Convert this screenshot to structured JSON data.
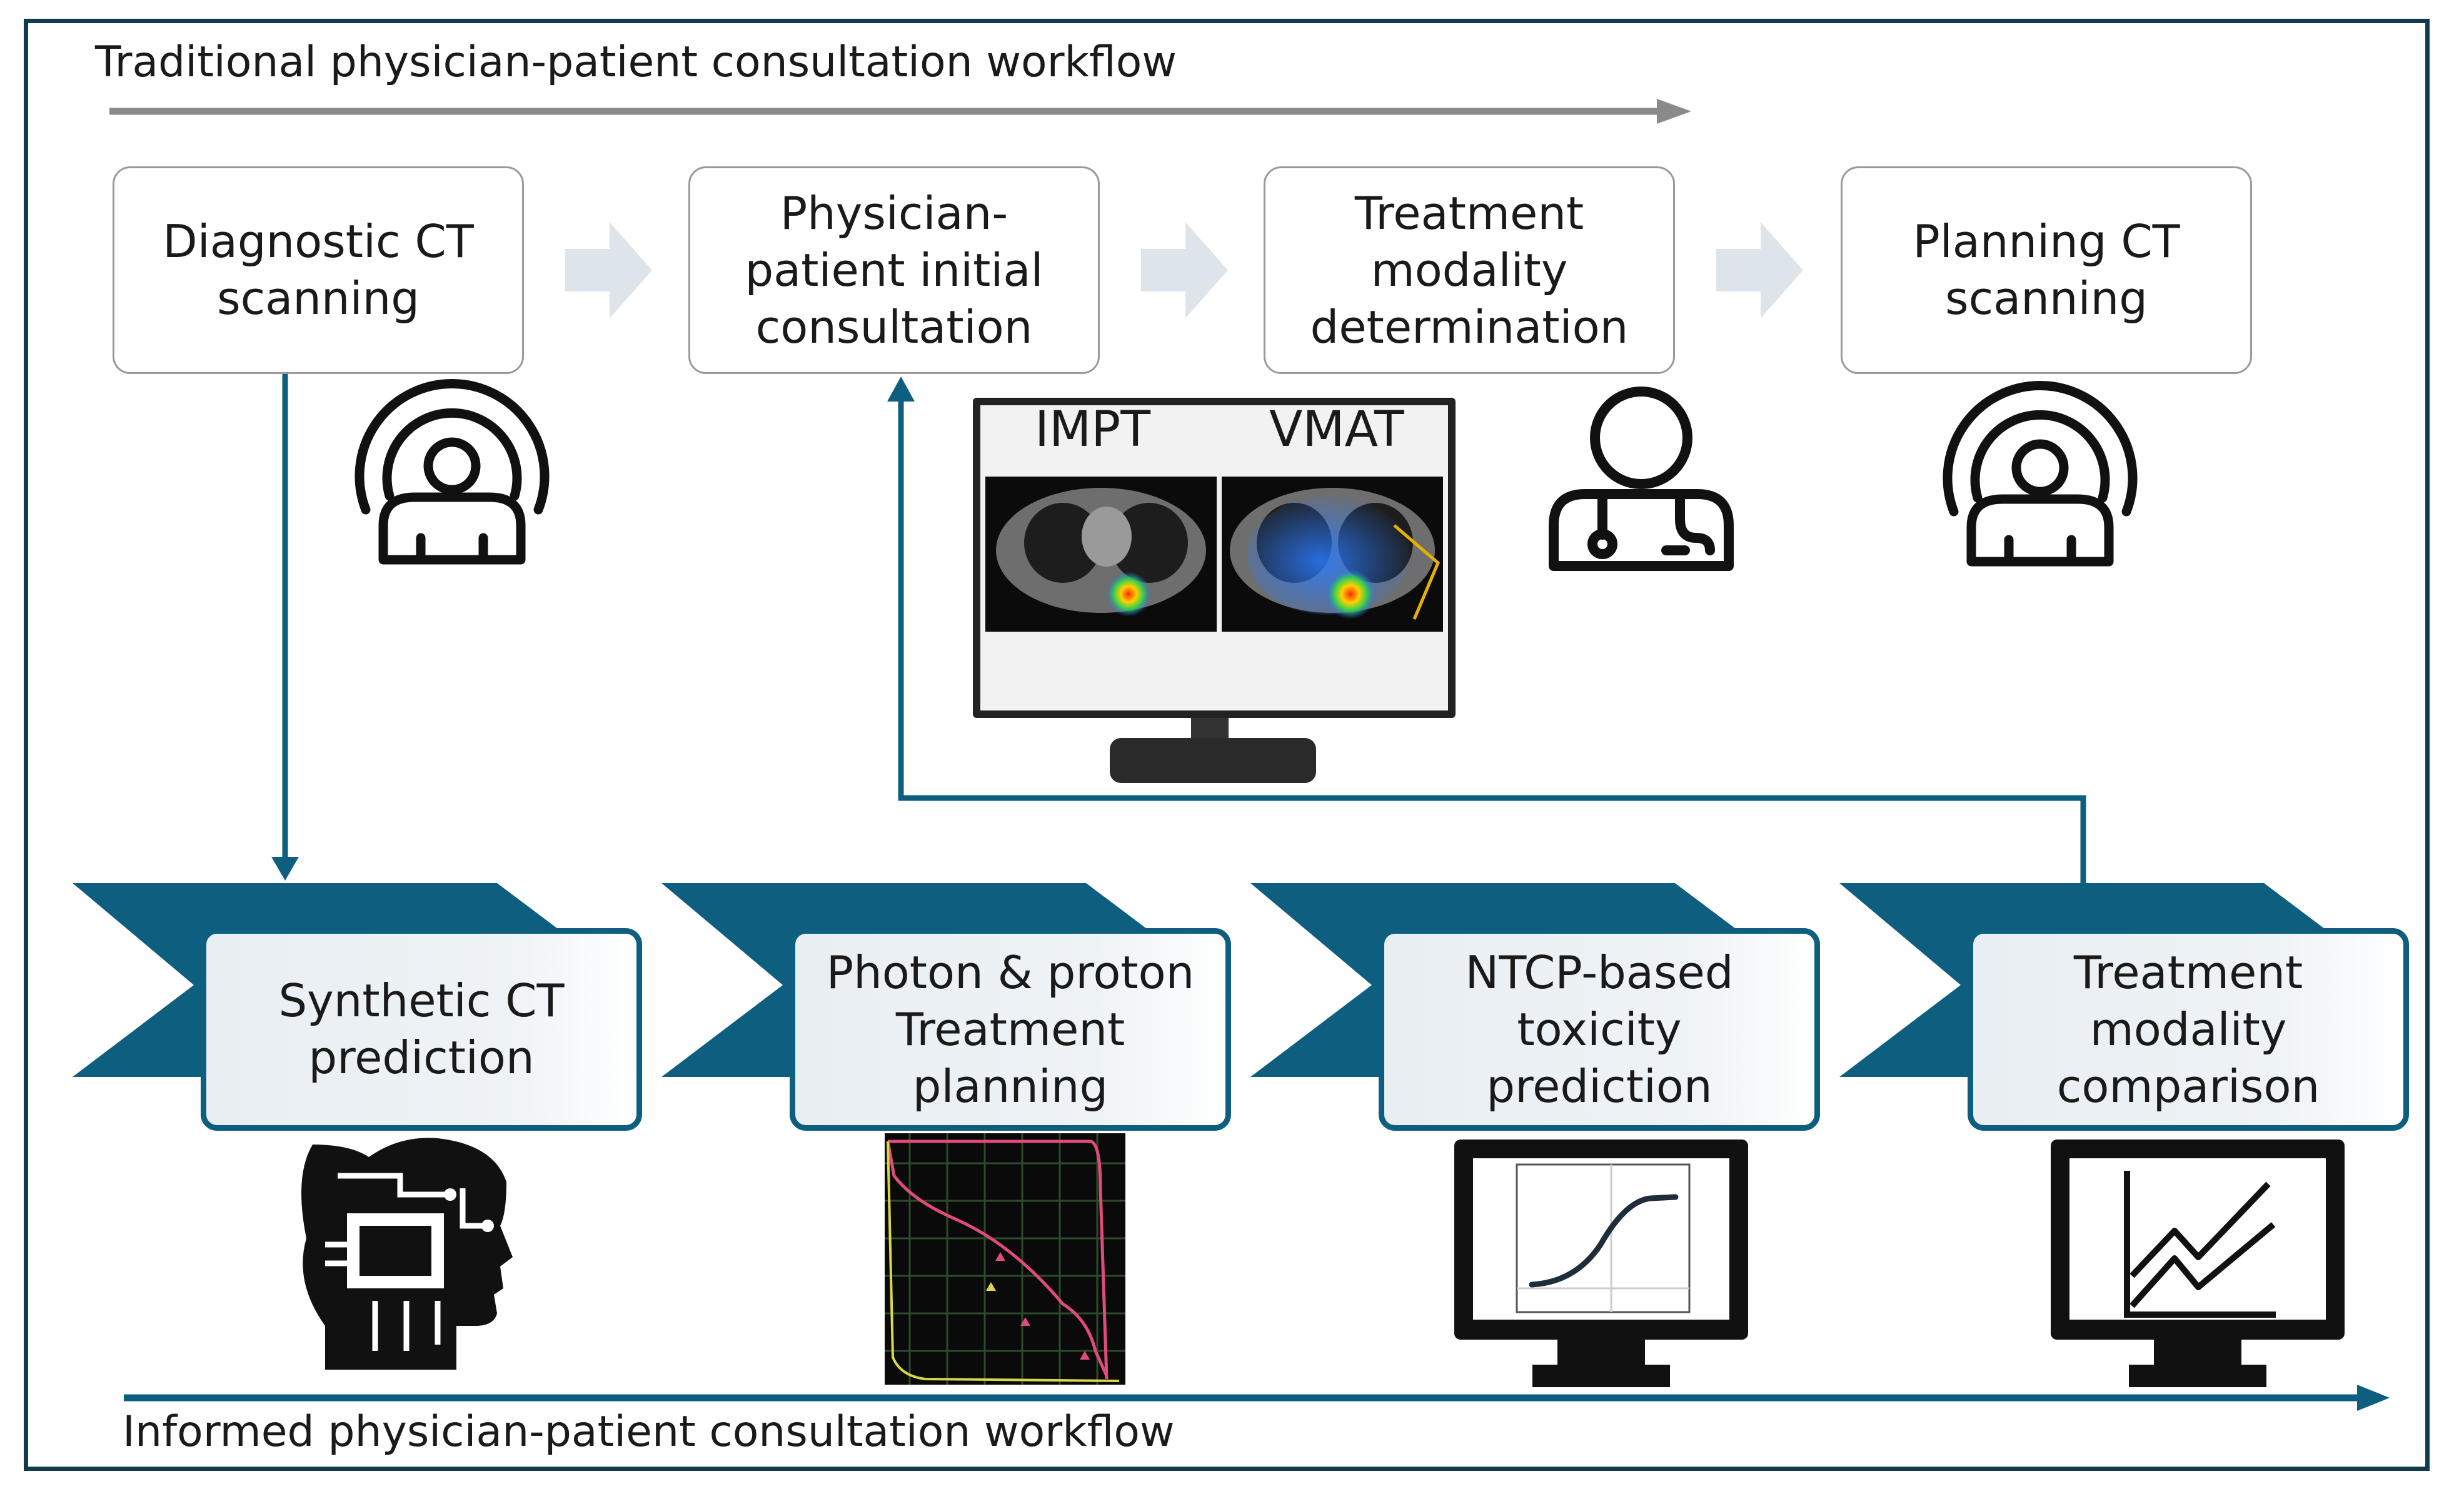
{
  "traditional_workflow": {
    "title": "Traditional physician-patient consultation workflow",
    "steps": [
      {
        "lines": [
          "Diagnostic CT",
          "scanning"
        ]
      },
      {
        "lines": [
          "Physician-",
          "patient initial",
          "consultation"
        ]
      },
      {
        "lines": [
          "Treatment",
          "modality",
          "determination"
        ]
      },
      {
        "lines": [
          "Planning CT",
          "scanning"
        ]
      }
    ]
  },
  "informed_workflow": {
    "title": "Informed physician-patient consultation workflow",
    "steps": [
      {
        "lines": [
          "Synthetic CT",
          "prediction"
        ]
      },
      {
        "lines": [
          "Photon & proton",
          "Treatment",
          "planning"
        ]
      },
      {
        "lines": [
          "NTCP-based",
          "toxicity",
          "prediction"
        ]
      },
      {
        "lines": [
          "Treatment",
          "modality",
          "comparison"
        ]
      }
    ]
  },
  "comparison_monitor": {
    "left_label": "IMPT",
    "right_label": "VMAT"
  },
  "icons": [
    "ct-scanner-patient-icon",
    "physician-icon",
    "ai-head-icon",
    "dvh-plot-thumbnail",
    "sigmoid-monitor-icon",
    "line-chart-monitor-icon",
    "desktop-monitor-icon"
  ],
  "colors": {
    "frame": "#123a4e",
    "accent": "#0e5e80",
    "gray_arrow": "#8a8a8a",
    "chevron_light": "#dde5ea",
    "box_border": "#9a9a9a"
  }
}
